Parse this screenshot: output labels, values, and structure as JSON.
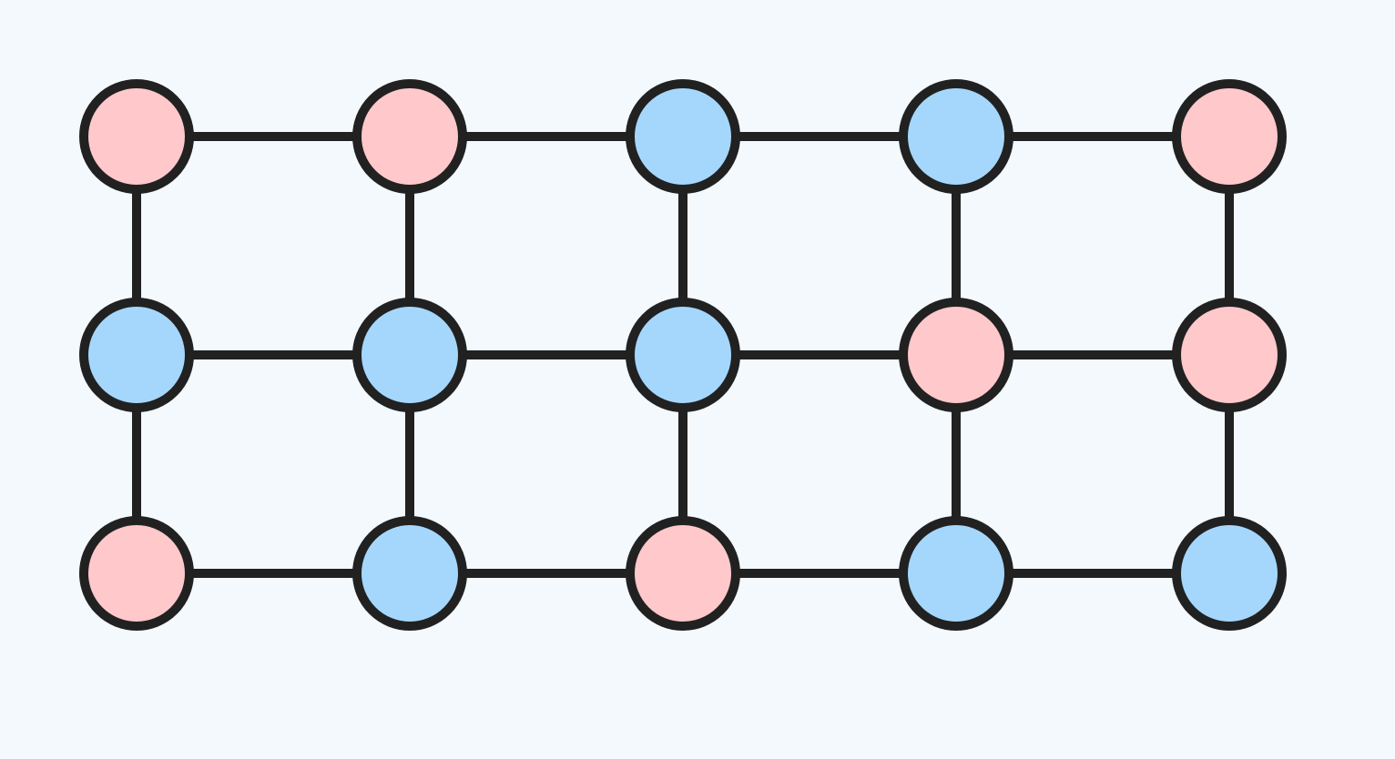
{
  "diagram": {
    "type": "grid-graph",
    "rows": 3,
    "cols": 5,
    "colors": {
      "background": "#f3f9fd",
      "stroke": "#212121",
      "pink": "#ffc8ca",
      "blue": "#a5d7fd"
    },
    "node_colors": [
      [
        "pink",
        "pink",
        "blue",
        "blue",
        "pink"
      ],
      [
        "blue",
        "blue",
        "blue",
        "pink",
        "pink"
      ],
      [
        "pink",
        "blue",
        "pink",
        "blue",
        "blue"
      ]
    ],
    "edges": {
      "horizontal": "all-adjacent",
      "vertical": "all-adjacent"
    }
  }
}
